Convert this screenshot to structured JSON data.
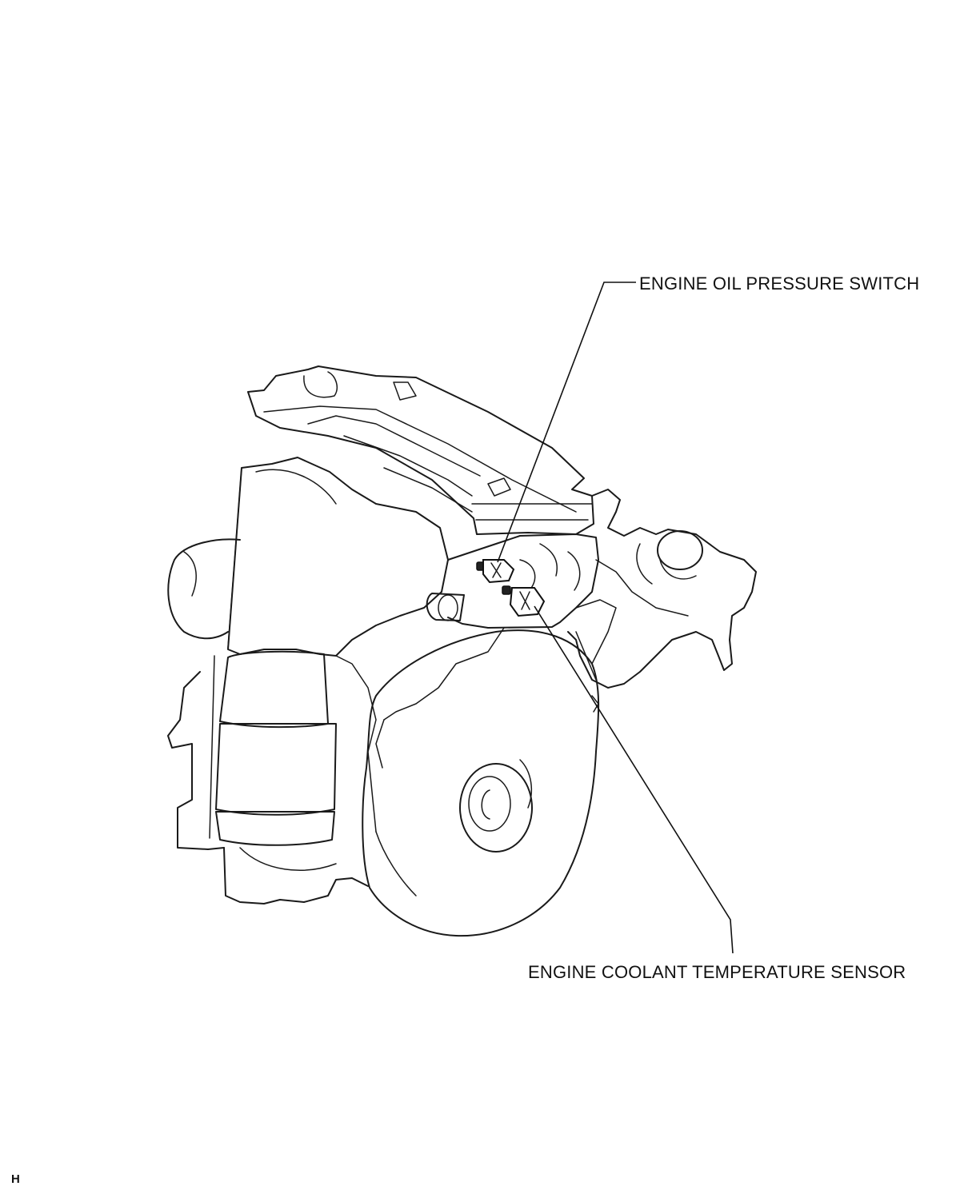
{
  "labels": {
    "oil_pressure_switch": "ENGINE OIL PRESSURE SWITCH",
    "coolant_temp_sensor": "ENGINE COOLANT TEMPERATURE SENSOR"
  },
  "figure_code": "H"
}
